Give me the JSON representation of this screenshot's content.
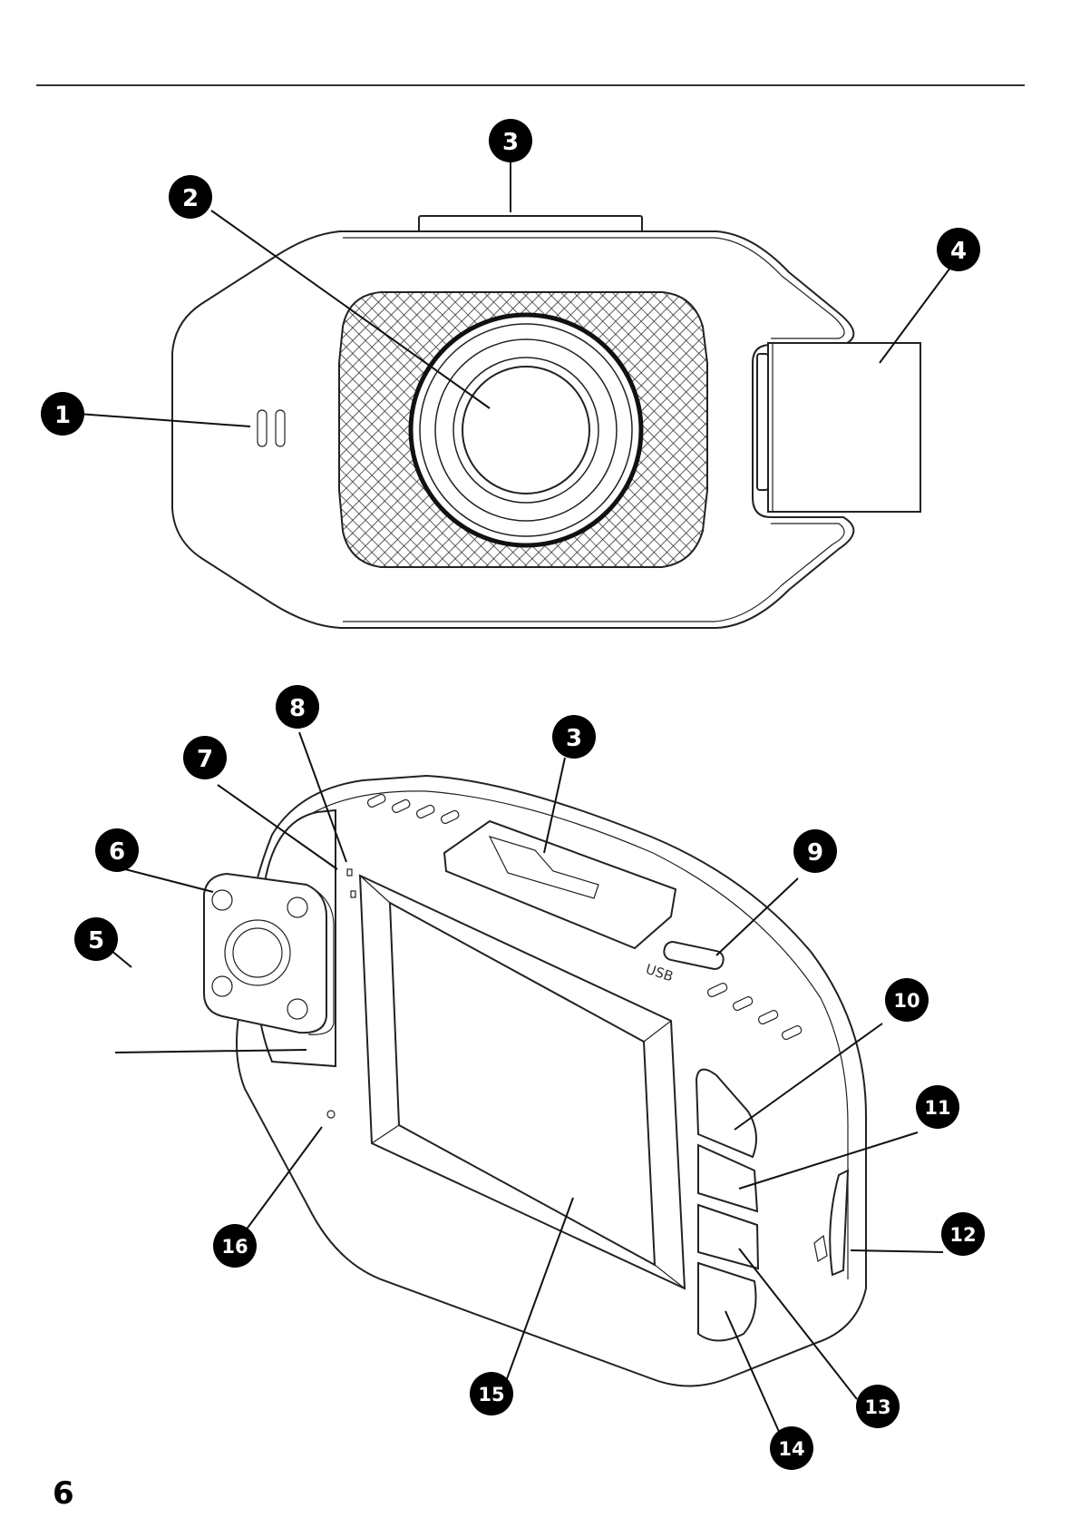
{
  "page": {
    "number": "6"
  },
  "top_view": {
    "callouts": [
      "1",
      "2",
      "3",
      "4"
    ]
  },
  "back_view": {
    "usb_label": "USB",
    "callouts": [
      "3",
      "5",
      "6",
      "7",
      "8",
      "9",
      "10",
      "11",
      "12",
      "13",
      "14",
      "15",
      "16"
    ]
  }
}
